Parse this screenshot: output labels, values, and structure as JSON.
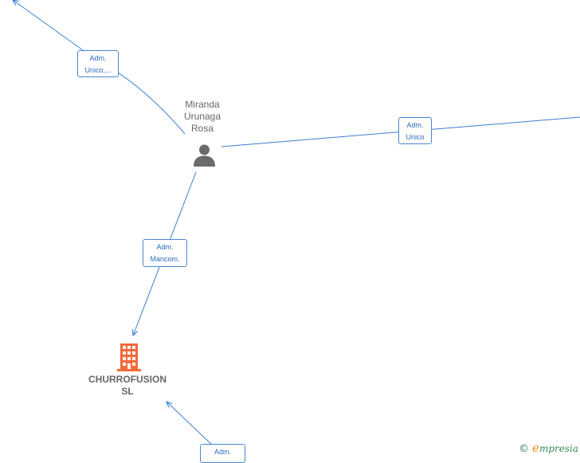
{
  "nodes": {
    "person": {
      "name_lines": [
        "Miranda",
        "Urunaga",
        "Rosa"
      ],
      "icon": "person-icon"
    },
    "company": {
      "name_lines": [
        "CHURROFUSION",
        "SL"
      ],
      "icon": "building-icon",
      "color": "#f26a3a"
    }
  },
  "edges": [
    {
      "label_lines": [
        "Adm.",
        "Unico,..."
      ]
    },
    {
      "label_lines": [
        "Adm.",
        "Unico"
      ]
    },
    {
      "label_lines": [
        "Adm.",
        "Mancom."
      ]
    },
    {
      "label_lines": [
        "Adm."
      ]
    }
  ],
  "brand": {
    "copyright_symbol": "©",
    "initial": "e",
    "rest": "mpresia"
  },
  "colors": {
    "edge": "#3a7fd0",
    "label_border": "#4a86c8",
    "label_text": "#2a6ab8",
    "person_icon": "#6b6b6b"
  }
}
